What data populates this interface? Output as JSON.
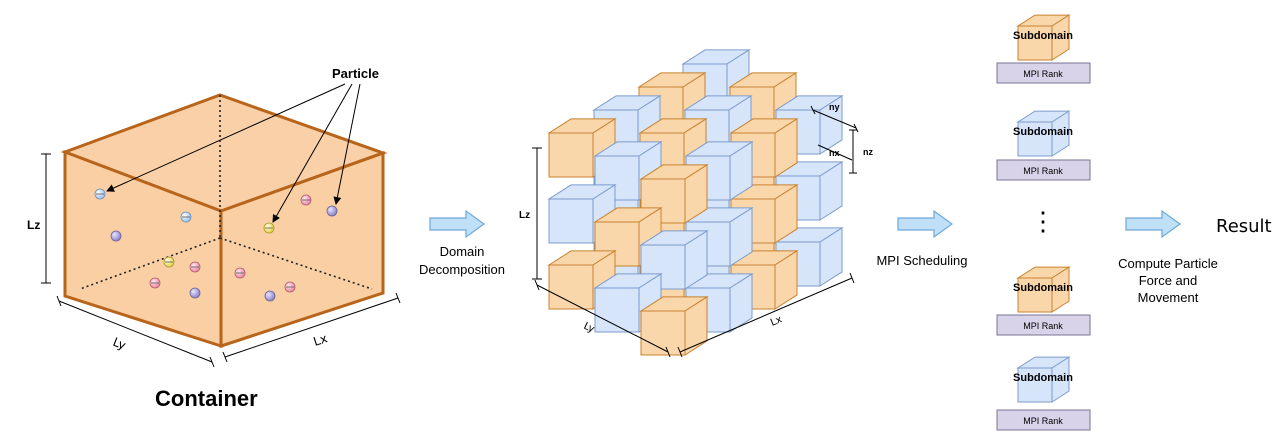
{
  "container": {
    "title": "Container",
    "particle_label": "Particle",
    "axis_lx": "Lx",
    "axis_ly": "Ly",
    "axis_lz": "Lz",
    "fill_color": "#f9d0a7",
    "edge_color": "#b8651b"
  },
  "step1": {
    "line1": "Domain",
    "line2": "Decomposition"
  },
  "grid": {
    "axis_lx": "Lx",
    "axis_ly": "Ly",
    "axis_lz": "Lz",
    "nx": "nx",
    "ny": "ny",
    "nz": "nz"
  },
  "step2": {
    "label": "MPI Scheduling"
  },
  "scheduling": {
    "subdomain_label": "Subdomain",
    "rank_label": "MPI Rank",
    "ellipsis": "⋮"
  },
  "step3": {
    "line1": "Compute Particle",
    "line2": "Force and",
    "line3": "Movement"
  },
  "result": {
    "label": "Result"
  },
  "colors": {
    "orange_cube": "#fad6ab",
    "orange_edge": "#c8822f",
    "blue_cube": "#d6e5fa",
    "blue_edge": "#7d9ccc",
    "rank_fill": "#d8d3e8",
    "arrow_fill": "#bfe0f6"
  }
}
